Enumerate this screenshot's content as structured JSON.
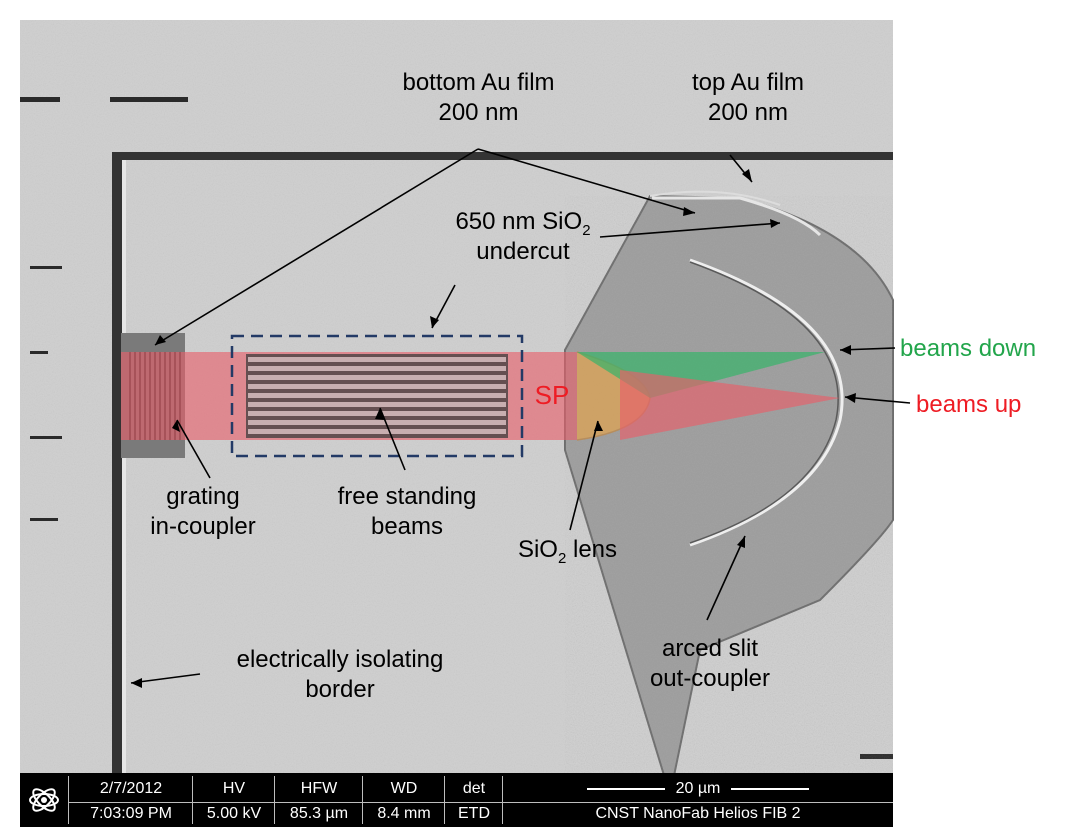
{
  "labels": {
    "bottom_au_film": [
      "bottom Au film",
      "200 nm"
    ],
    "top_au_film": [
      "top Au film",
      "200 nm"
    ],
    "sio2_undercut_prefix": "650 nm SiO",
    "sio2_undercut_sub": "2",
    "sio2_undercut_line2": "undercut",
    "beams_down": "beams down",
    "beams_up": "beams up",
    "sp": "SP",
    "grating_in_coupler": [
      "grating",
      "in-coupler"
    ],
    "free_standing_beams": [
      "free standing",
      "beams"
    ],
    "sio2_lens_prefix": "SiO",
    "sio2_lens_sub": "2",
    "sio2_lens_suffix": " lens",
    "arced_slit_out_coupler": [
      "arced slit",
      "out-coupler"
    ],
    "electrically_isolating_border": [
      "electrically isolating",
      "border"
    ]
  },
  "databar": {
    "date": "2/7/2012",
    "time": "7:03:09 PM",
    "hv_label": "HV",
    "hv_value": "5.00 kV",
    "hfw_label": "HFW",
    "hfw_value": "85.3 µm",
    "wd_label": "WD",
    "wd_value": "8.4 mm",
    "det_label": "det",
    "det_value": "ETD",
    "scale_label": "20 µm",
    "instrument": "CNST NanoFab Helios FIB 2"
  },
  "colors": {
    "highlight_red": "#e8606a",
    "highlight_green": "#38b46a",
    "highlight_orange": "#d9a257",
    "label_red": "#ee1c24",
    "label_green": "#22a54b",
    "outline_dashed": "#233a66"
  }
}
